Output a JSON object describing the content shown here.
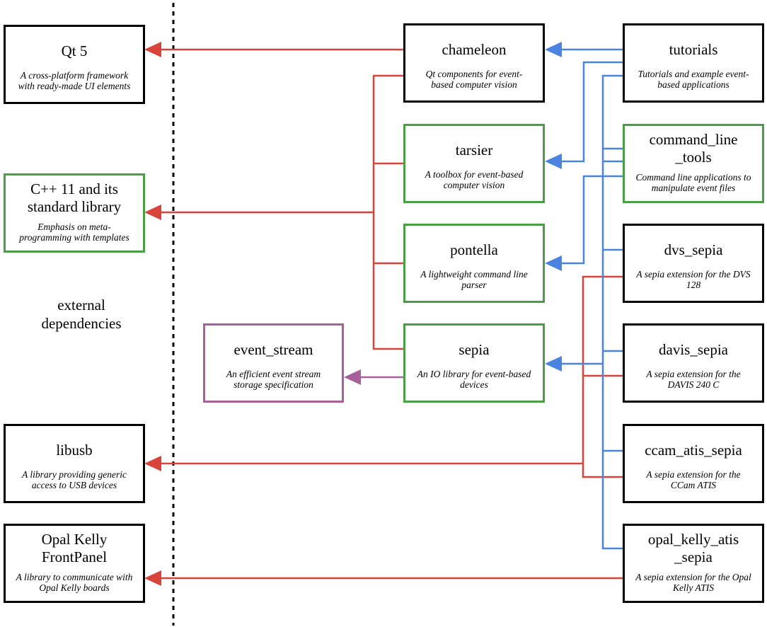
{
  "external_label": "external\ndependencies",
  "colors": {
    "red": "#d9443a",
    "blue": "#4a84e0",
    "purple": "#a8609a",
    "green_border": "#4a9e46",
    "black": "#000000"
  },
  "nodes": {
    "qt5": {
      "title": "Qt 5",
      "desc": "A cross-platform framework\nwith ready-made UI elements"
    },
    "cpp11": {
      "title": "C++ 11 and its\nstandard library",
      "desc": "Emphasis on meta-\nprogramming with templates"
    },
    "libusb": {
      "title": "libusb",
      "desc": "A library providing generic\naccess to USB devices"
    },
    "opal_kelly_frontpanel": {
      "title": "Opal Kelly\nFrontPanel",
      "desc": "A library to communicate with\nOpal Kelly boards"
    },
    "chameleon": {
      "title": "chameleon",
      "desc": "Qt components for event-\nbased computer vision"
    },
    "tarsier": {
      "title": "tarsier",
      "desc": "A toolbox for event-based\ncomputer vision"
    },
    "pontella": {
      "title": "pontella",
      "desc": "A lightweight command line\nparser"
    },
    "sepia": {
      "title": "sepia",
      "desc": "An IO library for event-based\ndevices"
    },
    "event_stream": {
      "title": "event_stream",
      "desc": "An efficient event stream\nstorage specification"
    },
    "tutorials": {
      "title": "tutorials",
      "desc": "Tutorials and example event-\nbased applications"
    },
    "command_line_tools": {
      "title": "command_line\n_tools",
      "desc": "Command line applications to\nmanipulate event files"
    },
    "dvs_sepia": {
      "title": "dvs_sepia",
      "desc": "A sepia extension for the DVS\n128"
    },
    "davis_sepia": {
      "title": "davis_sepia",
      "desc": "A sepia extension for the\nDAVIS 240 C"
    },
    "ccam_atis_sepia": {
      "title": "ccam_atis_sepia",
      "desc": "A sepia extension for the\nCCam ATIS"
    },
    "opal_kelly_atis_sepia": {
      "title": "opal_kelly_atis\n_sepia",
      "desc": "A sepia extension for the Opal\nKelly ATIS"
    }
  }
}
